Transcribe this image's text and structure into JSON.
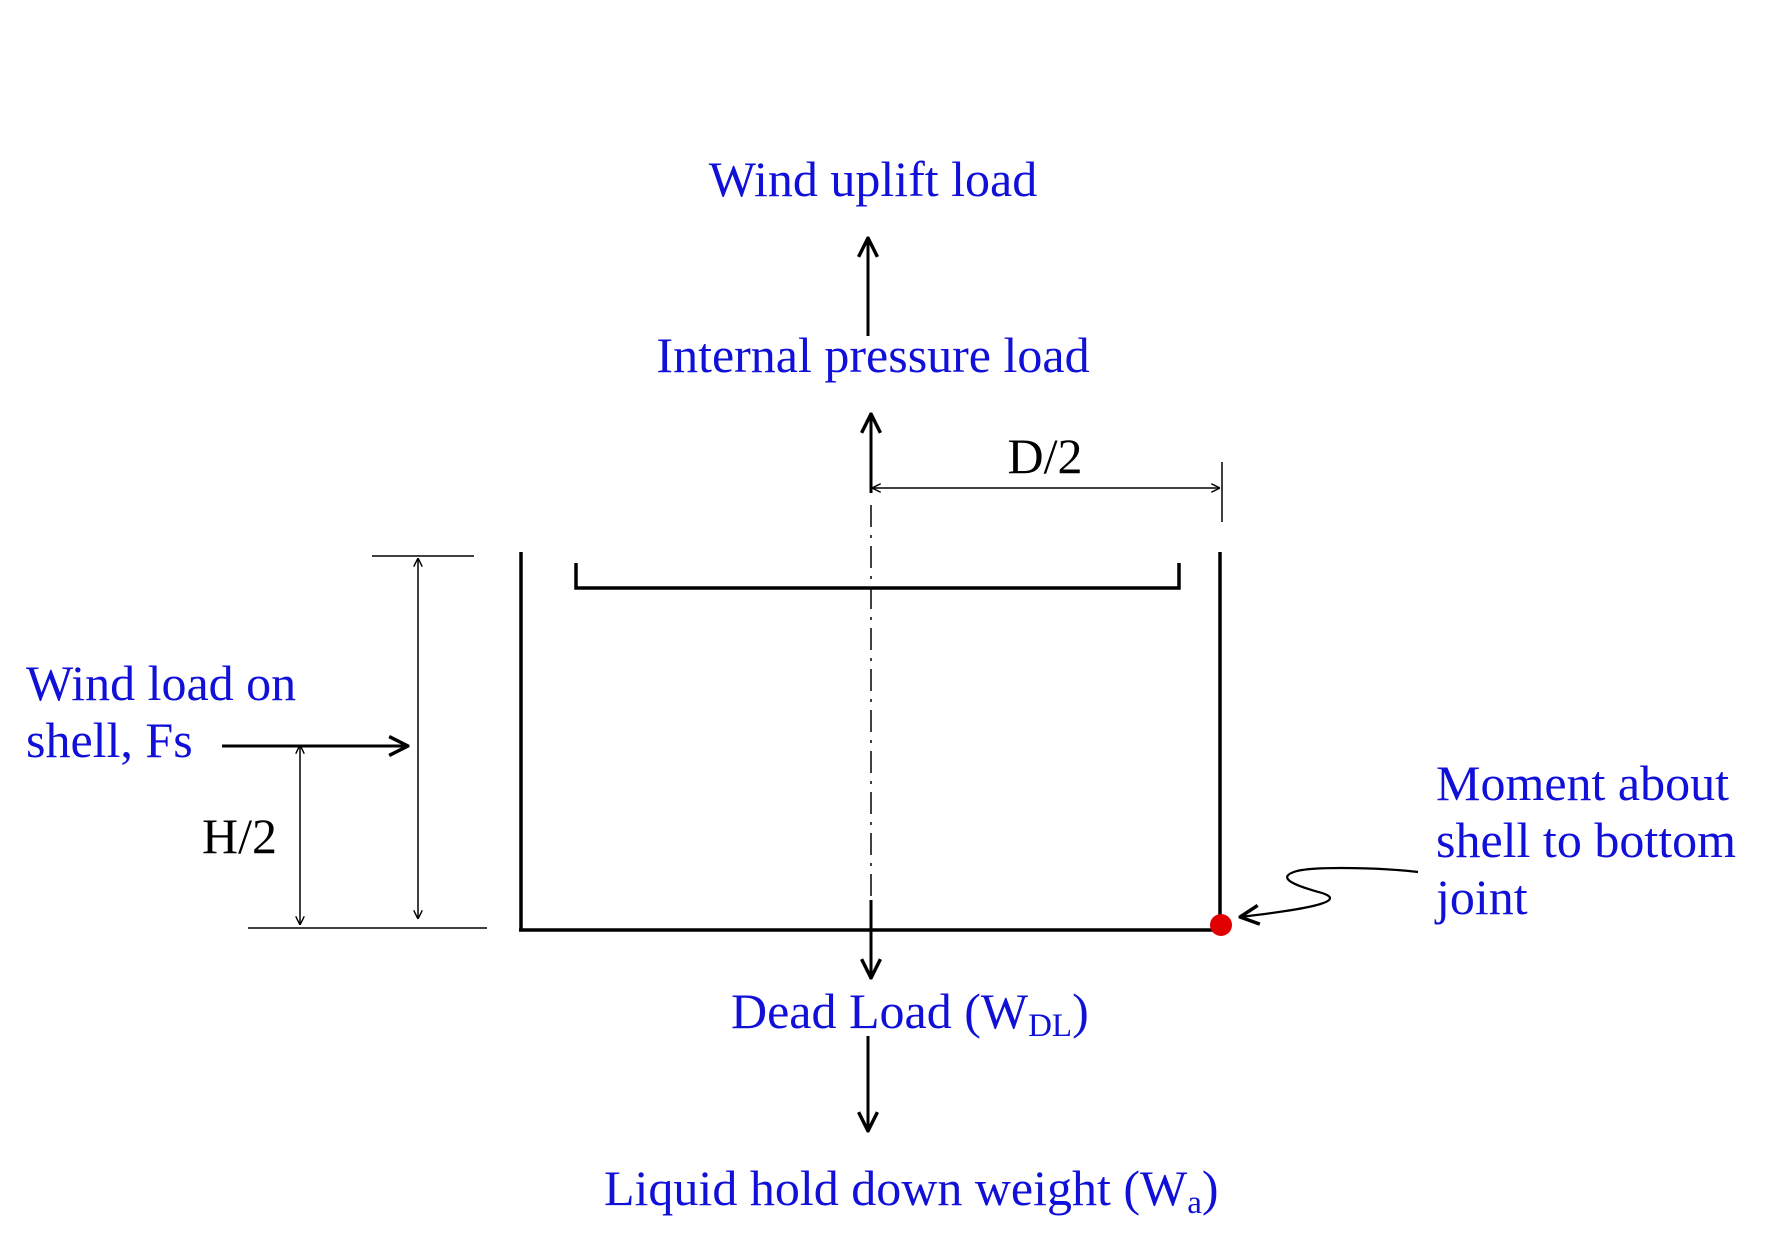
{
  "labels": {
    "wind_uplift": "Wind uplift load",
    "internal_pressure": "Internal pressure load",
    "d_half": "D/2",
    "wind_shell_line1": "Wind load on",
    "wind_shell_line2": "shell, Fs",
    "h_half": "H/2",
    "moment_line1": "Moment about",
    "moment_line2": "shell to bottom",
    "moment_line3": "joint",
    "dead_load_main": "Dead Load (W",
    "dead_load_sub": "DL",
    "dead_load_close": ")",
    "liquid_main": "Liquid hold down weight (W",
    "liquid_sub": "a",
    "liquid_close": ")"
  },
  "colors": {
    "label_text": "#1010d8",
    "dimension_text": "#000000",
    "joint_marker": "#e00000"
  }
}
